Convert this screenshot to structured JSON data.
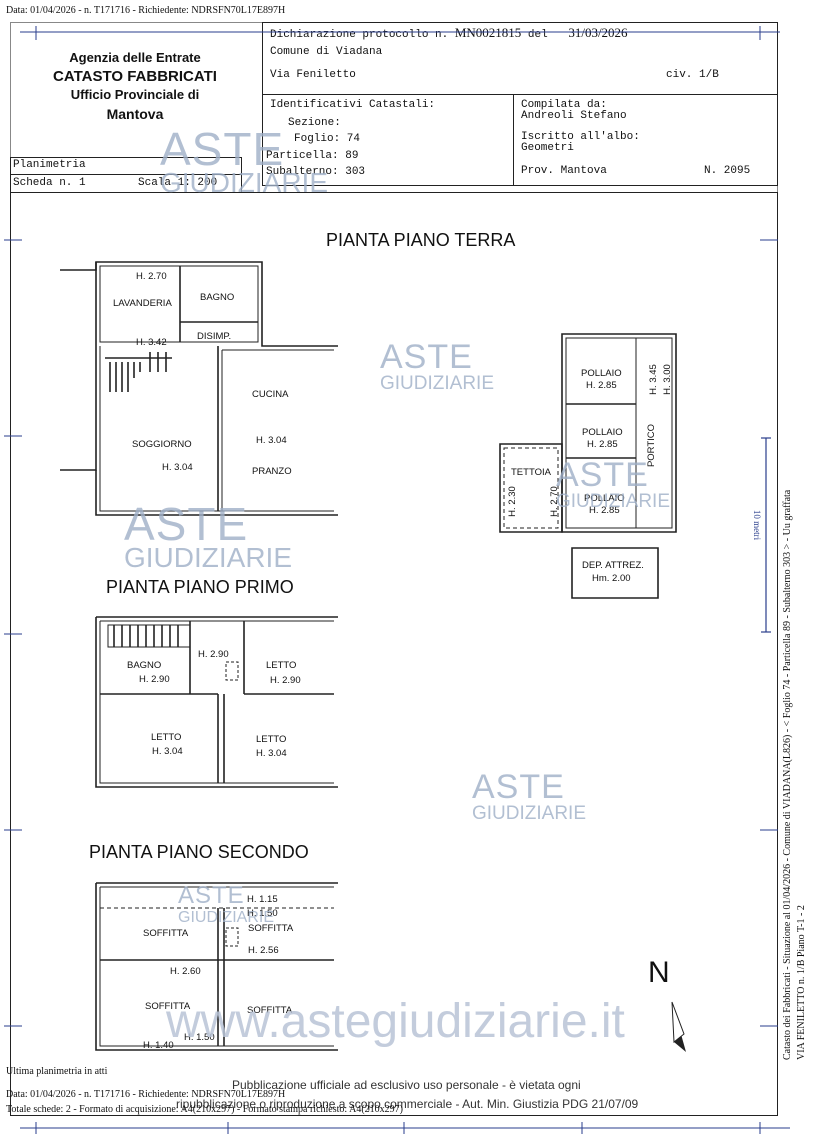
{
  "top_bar": "Data: 01/04/2026 - n. T171716 - Richiedente: NDRSFN70L17E897H",
  "agency": {
    "line1": "Agenzia delle Entrate",
    "line2": "CATASTO FABBRICATI",
    "line3": "Ufficio Provinciale di",
    "line4": "Mantova"
  },
  "protocol": {
    "label": "Dichiarazione protocollo n.",
    "number": "MN0021815",
    "del_label": "del",
    "date": "31/03/2026"
  },
  "comune": "Comune di Viadana",
  "via": "Via Feniletto",
  "civ": "civ. 1/B",
  "identificativi": {
    "title": "Identificativi Catastali:",
    "sezione": "Sezione:",
    "foglio": "Foglio: 74",
    "particella": "Particella: 89",
    "subalterno": "Subalterno: 303"
  },
  "compilata": {
    "label": "Compilata da:",
    "name": "Andreoli Stefano",
    "albo_label": "Iscritto all'albo:",
    "albo": "Geometri",
    "prov": "Prov. Mantova",
    "num": "N. 2095"
  },
  "planimetria": {
    "label": "Planimetria",
    "scheda": "Scheda n. 1",
    "scala": "Scala 1: 200"
  },
  "floors": {
    "terra": "PIANTA PIANO TERRA",
    "primo": "PIANTA PIANO PRIMO",
    "secondo": "PIANTA PIANO SECONDO"
  },
  "rooms_terra": {
    "h270": "H. 2.70",
    "lavanderia": "LAVANDERIA",
    "bagno": "BAGNO",
    "h342": "H. 3.42",
    "disimp": "DISIMP.",
    "cucina": "CUCINA",
    "h304a": "H. 3.04",
    "soggiorno": "SOGGIORNO",
    "h304b": "H. 3.04",
    "pranzo": "PRANZO"
  },
  "rooms_annex": {
    "pollaio1": "POLLAIO",
    "h285a": "H. 2.85",
    "h345": "H. 3.45",
    "h300": "H. 3.00",
    "pollaio2": "POLLAIO",
    "h285b": "H. 2.85",
    "portico": "PORTICO",
    "tettoia": "TETTOIA",
    "h230": "H. 2.30",
    "h270": "H. 2.70",
    "pollaio3": "POLLAIO",
    "h285c": "H. 2.85",
    "dep": "DEP. ATTREZ.",
    "hm200": "Hm. 2.00"
  },
  "rooms_primo": {
    "h290": "H. 2.90",
    "bagno": "BAGNO",
    "h290b": "H. 2.90",
    "letto1": "LETTO",
    "h290c": "H. 2.90",
    "letto2": "LETTO",
    "h304a": "H. 3.04",
    "letto3": "LETTO",
    "h304b": "H. 3.04"
  },
  "rooms_secondo": {
    "h115": "H. 1.15",
    "h150": "H. 1.50",
    "soffitta1": "SOFFITTA",
    "soffitta2": "SOFFITTA",
    "h256": "H. 2.56",
    "h260": "H. 2.60",
    "soffitta3": "SOFFITTA",
    "soffitta4": "SOFFITTA",
    "h150b": "H. 1.50",
    "h140": "H. 1.40"
  },
  "north": "N",
  "side_text1": "Catasto dei Fabbricati - Situazione al 01/04/2026 - Comune di VIADANA(L826) - < Foglio 74 - Particella 89 - Subalterno 303 > - Uu graffata",
  "side_text2": "VIA FENILETTO n. 1/B Piano T-1 - 2",
  "scale_mark": "10 metri",
  "watermark": {
    "aste": "ASTE",
    "giudiziarie": "GIUDIZIARIE",
    "site": "www.astegiudiziarie.it"
  },
  "footer": {
    "ultima": "Ultima planimetria in atti",
    "line1": "Data: 01/04/2026 - n. T171716 - Richiedente: NDRSFN70L17E897H",
    "line2": "Totale schede: 2 - Formato di acquisizione: A4(210x297) - Formato stampa richiesto: A4(210x297)",
    "pub1": "Pubblicazione ufficiale ad esclusivo uso personale - è vietata ogni",
    "pub2": "ripubblicazione o riproduzione a scopo commerciale - Aut. Min. Giustizia PDG 21/07/09"
  }
}
